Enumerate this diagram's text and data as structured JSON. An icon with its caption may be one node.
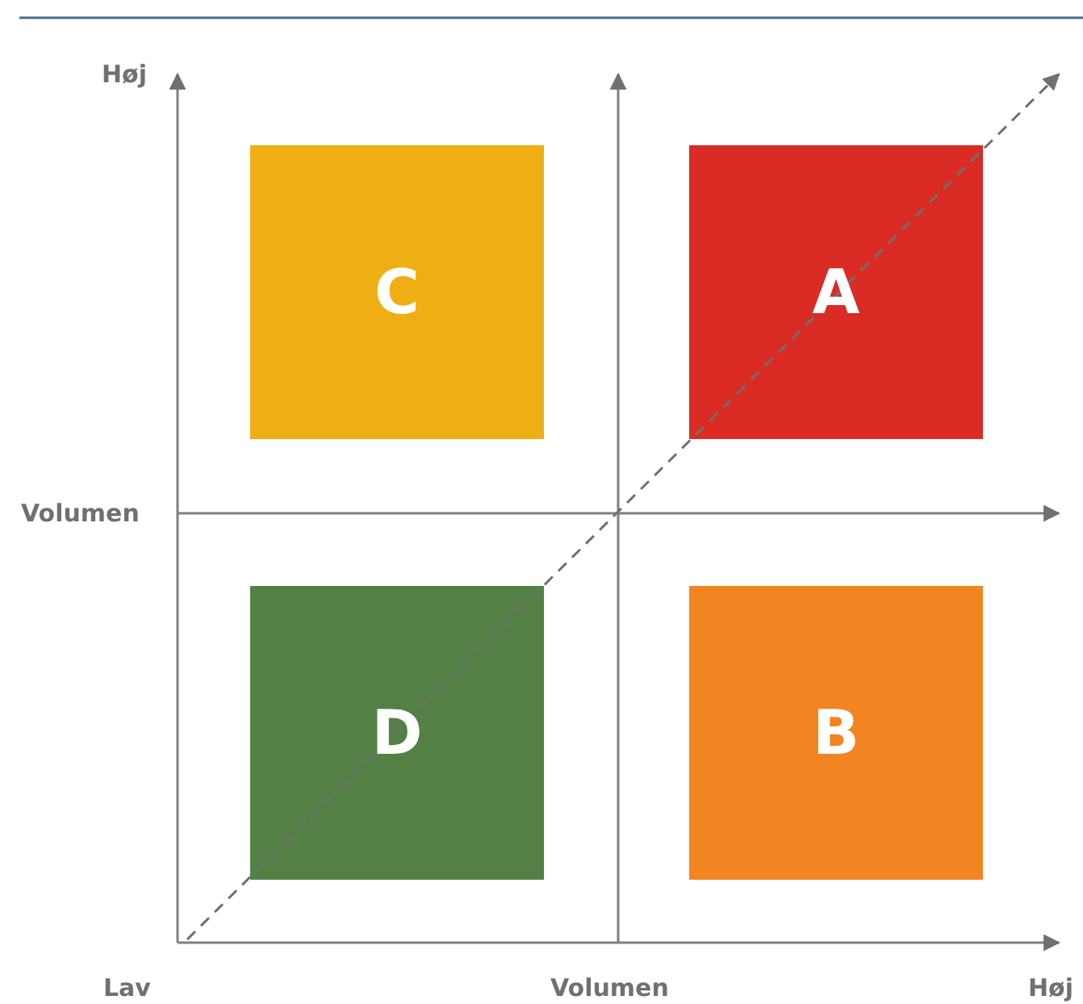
{
  "diagram": {
    "nodes": [
      {
        "text": [
          "C"
        ]
      },
      {
        "text": [
          "A"
        ]
      },
      {
        "text": [
          "D"
        ]
      },
      {
        "text": [
          "B"
        ]
      }
    ],
    "labels": [
      "Høj",
      "Volumen",
      "Lav",
      "Volumen",
      "Høj"
    ]
  }
}
